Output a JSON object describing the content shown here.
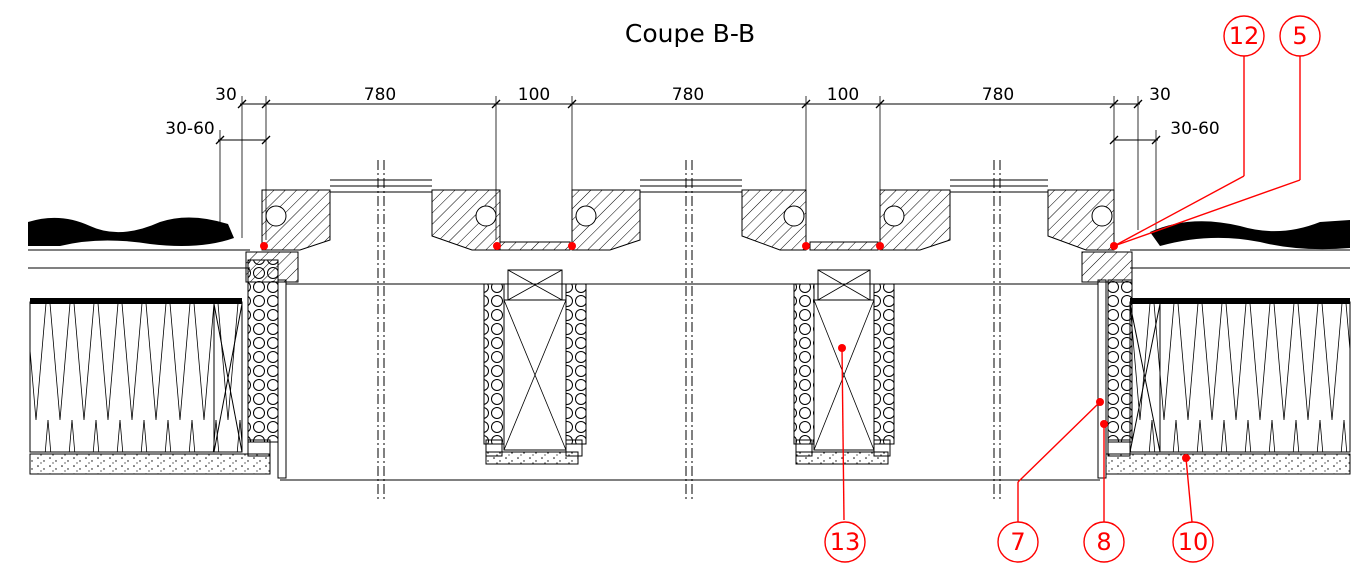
{
  "title": "Coupe B-B",
  "dimensions": {
    "left_30": "30",
    "left_range": "30-60",
    "span1": "780",
    "gap1": "100",
    "span2": "780",
    "gap2": "100",
    "span3": "780",
    "right_30": "30",
    "right_range": "30-60"
  },
  "callouts": {
    "c12": "12",
    "c5": "5",
    "c13": "13",
    "c7": "7",
    "c8": "8",
    "c10": "10"
  },
  "colors": {
    "callout": "#ff0000",
    "line": "#000000"
  }
}
